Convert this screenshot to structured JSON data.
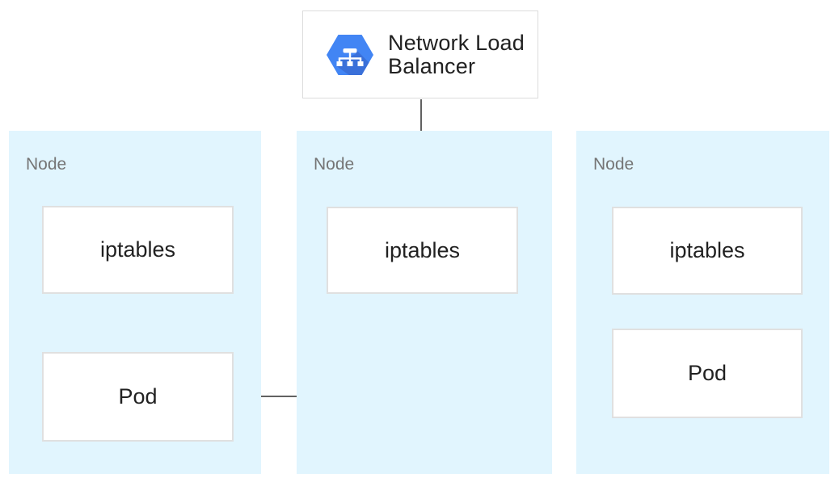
{
  "load_balancer": {
    "label": "Network Load Balancer",
    "icon": "network-load-balancer-hexagon-icon"
  },
  "nodes": [
    {
      "label": "Node",
      "boxes": [
        {
          "label": "iptables"
        },
        {
          "label": "Pod"
        }
      ]
    },
    {
      "label": "Node",
      "boxes": [
        {
          "label": "iptables"
        }
      ]
    },
    {
      "label": "Node",
      "boxes": [
        {
          "label": "iptables"
        },
        {
          "label": "Pod"
        }
      ]
    }
  ],
  "arrows": [
    {
      "from": "network-load-balancer",
      "to": "node-2-iptables",
      "direction": "down"
    },
    {
      "from": "node-2-iptables",
      "to": "node-1-pod",
      "direction": "down-then-left"
    }
  ],
  "colors": {
    "node_fill": "#e1f5fe",
    "box_border": "#e0e0e0",
    "lb_border": "#dcdcdc",
    "node_label_text": "#757575",
    "box_text": "#212121",
    "arrow": "#616161",
    "icon_blue": "#4285f4",
    "icon_shadow_blue": "#3a70d9",
    "icon_glyph": "#ffffff"
  }
}
